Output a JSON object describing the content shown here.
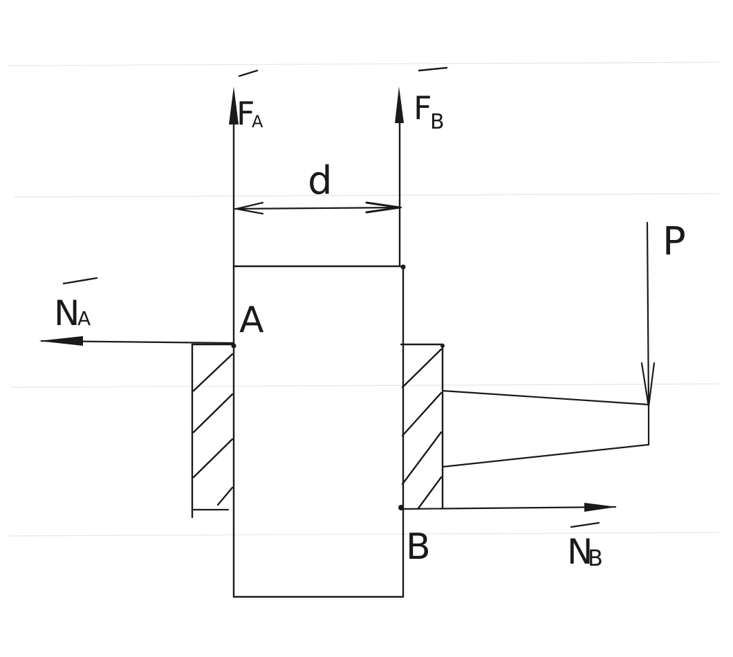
{
  "diagram": {
    "labels": {
      "force_a": "F",
      "force_a_sub": "A",
      "force_b": "F",
      "force_b_sub": "B",
      "distance": "d",
      "load": "P",
      "point_a": "A",
      "point_b": "B",
      "normal_a": "N",
      "normal_a_sub": "A",
      "normal_b": "N",
      "normal_b_sub": "B"
    },
    "colors": {
      "ink": "#1a1a1a",
      "paper": "#ffffff"
    }
  }
}
